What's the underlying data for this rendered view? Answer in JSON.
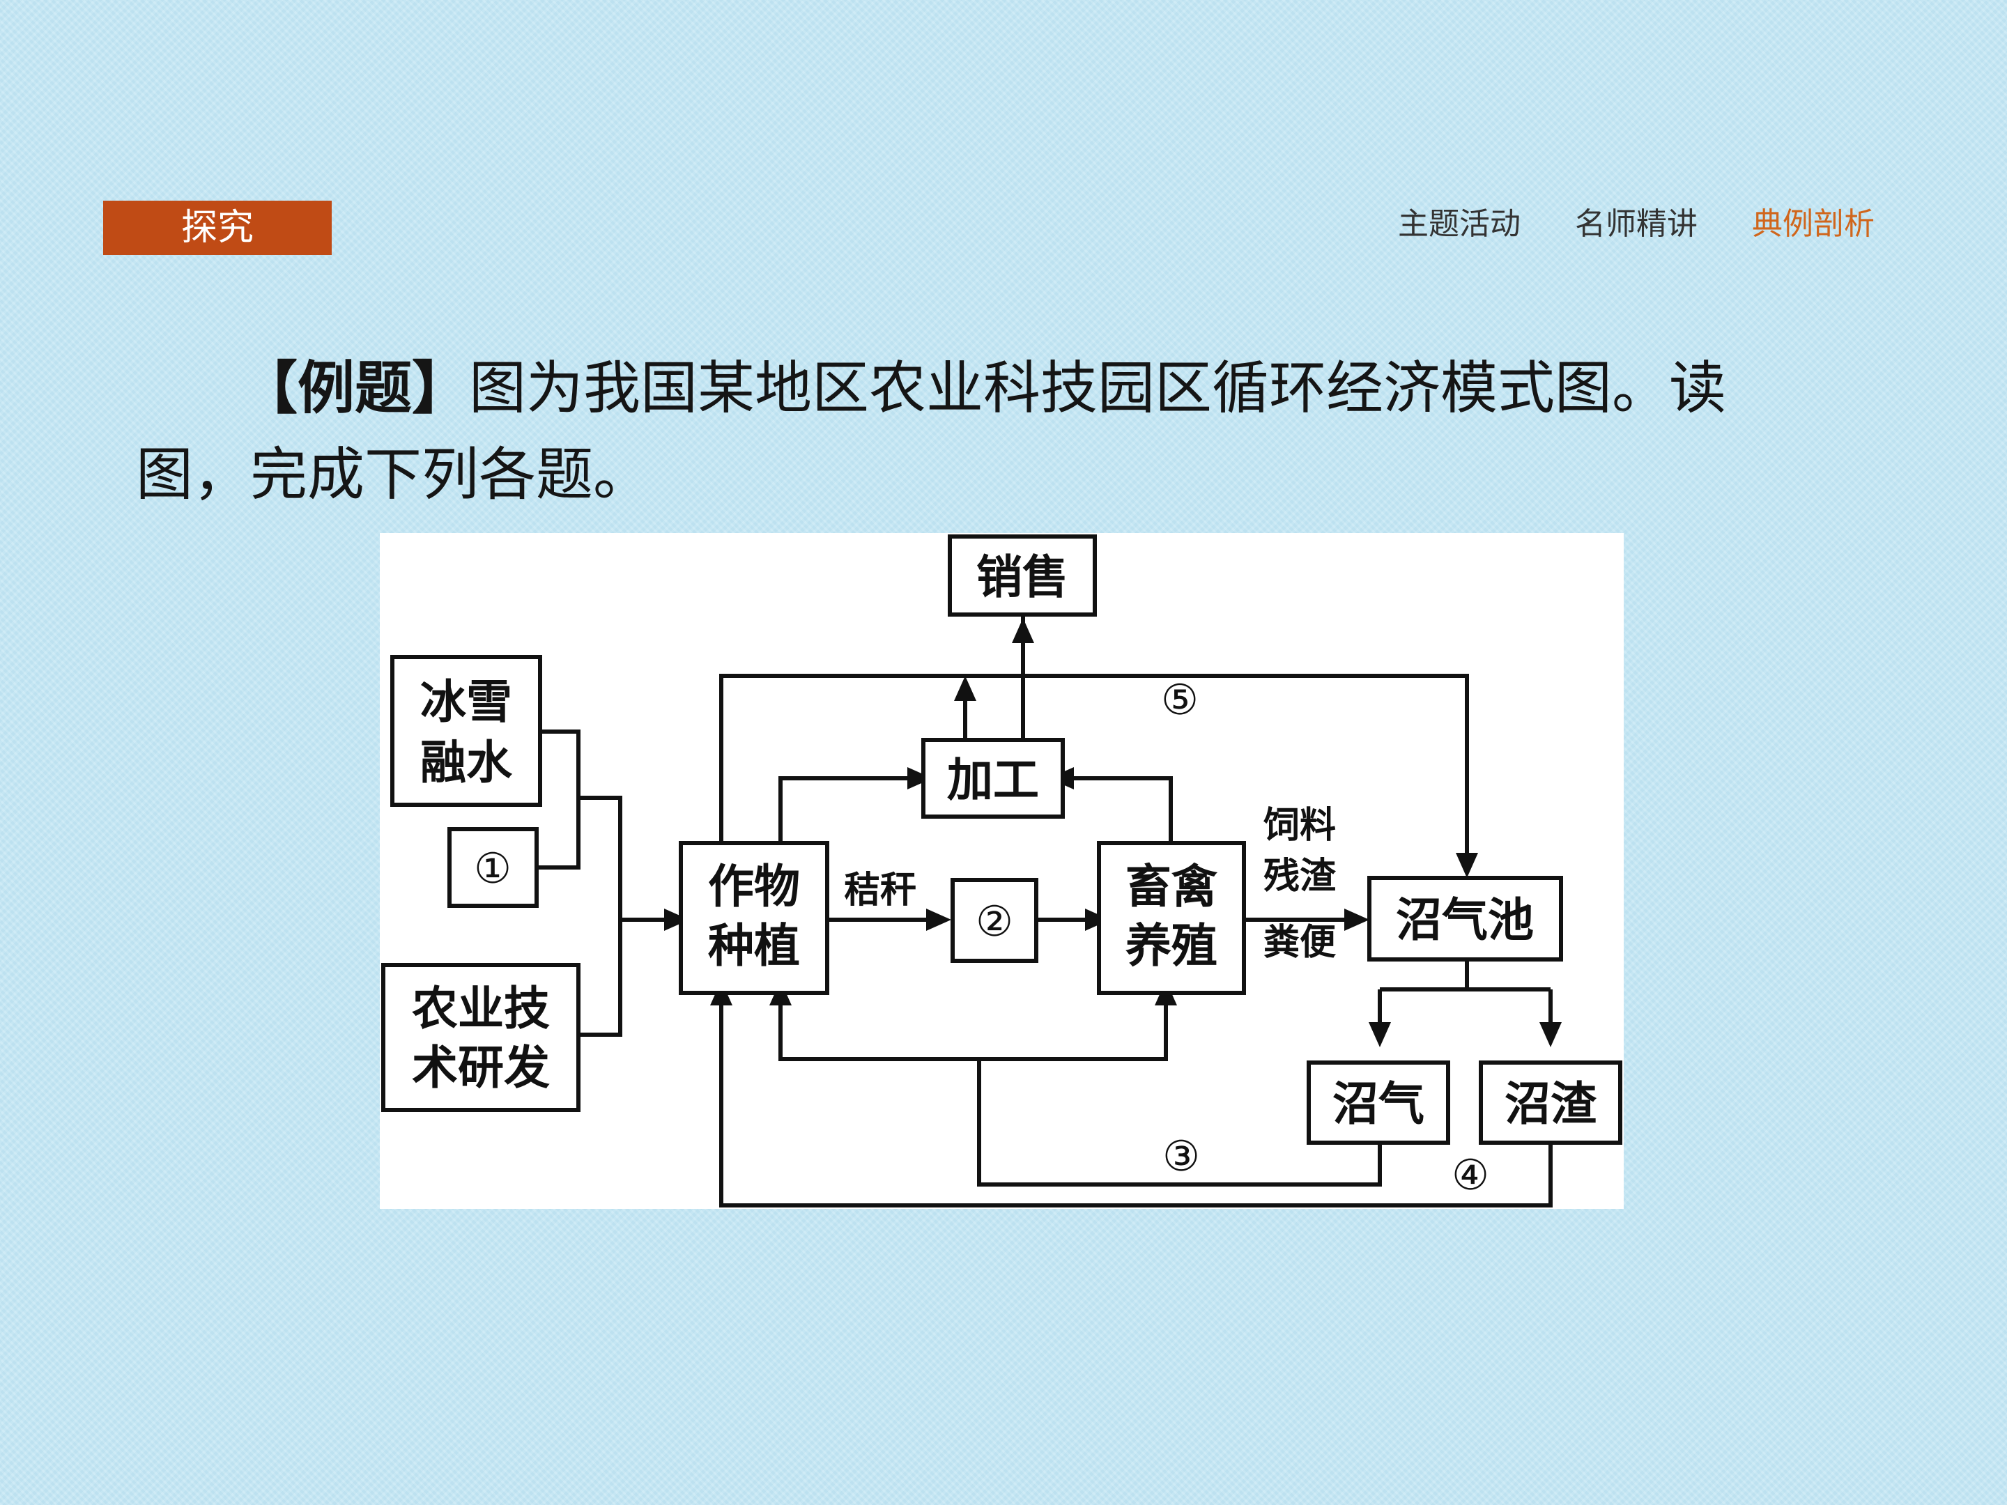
{
  "header": {
    "badge": "探究",
    "nav": [
      {
        "label": "主题活动",
        "active": false
      },
      {
        "label": "名师精讲",
        "active": false
      },
      {
        "label": "典例剖析",
        "active": true
      }
    ]
  },
  "question": {
    "tag": "【例题】",
    "text": "图为我国某地区农业科技园区循环经济模式图。读图，完成下列各题。"
  },
  "diagram": {
    "nodes": {
      "sales": "销售",
      "snowmelt": [
        "冰雪",
        "融水"
      ],
      "unknown1": "①",
      "tech": [
        "农业技",
        "术研发"
      ],
      "crop": [
        "作物",
        "种植"
      ],
      "unknown2": "②",
      "livestock": [
        "畜禽",
        "养殖"
      ],
      "processing": "加工",
      "biogas_pool": "沼气池",
      "biogas": "沼气",
      "residue": "沼渣"
    },
    "edge_labels": {
      "straw": "秸秆",
      "feed": [
        "饲料",
        "残渣",
        "粪便"
      ],
      "three": "③",
      "four": "④",
      "five": "⑤"
    }
  },
  "colors": {
    "badge_bg": "#c04b15",
    "nav_active": "#d0661c",
    "background": "#c6e7f4"
  }
}
